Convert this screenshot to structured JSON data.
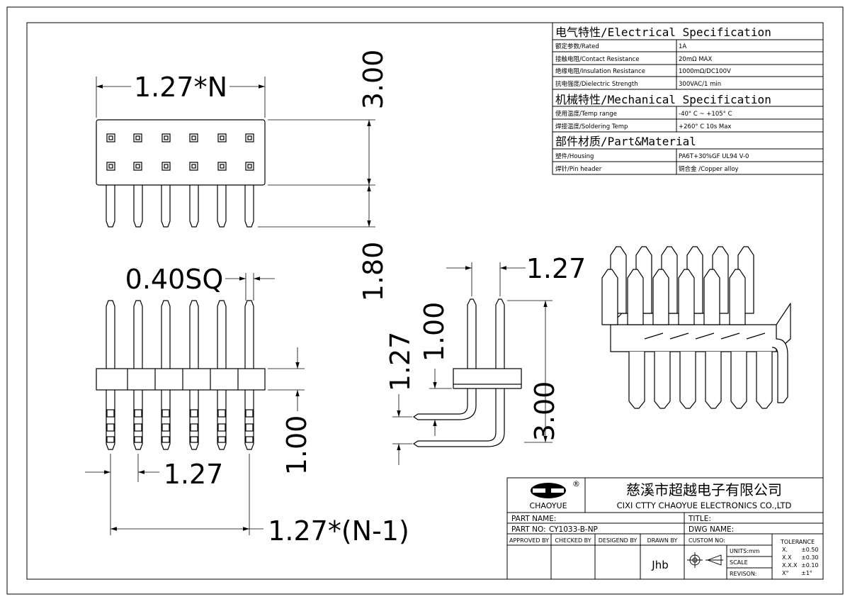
{
  "spec": {
    "electrical_header": "电气特性/Electrical Specification",
    "mechanical_header": "机械特性/Mechanical Specification",
    "material_header": "部件材质/Part&Material",
    "electrical_rows": [
      {
        "label": "额定参数/Rated",
        "value": "1A"
      },
      {
        "label": "接触电阻/Contact Resistance",
        "value": "20mΩ MAX"
      },
      {
        "label": "绝缘电阻/Insulation Resistance",
        "value": "1000mΩ/DC100V"
      },
      {
        "label": "抗电强度/Dielectric Strength",
        "value": "300VAC/1 min"
      }
    ],
    "mechanical_rows": [
      {
        "label": "使用温度/Temp range",
        "value": "-40° C ~ +105° C"
      },
      {
        "label": "焊接温度/Soldering Temp",
        "value": "+260° C  10s Max"
      }
    ],
    "material_rows": [
      {
        "label": "塑件/Housing",
        "value": "PA6T+30%GF  UL94  V-0"
      },
      {
        "label": "焊针/Pin header",
        "value": "铜合金 /Copper alloy"
      }
    ]
  },
  "dims": {
    "top_width": "1.27*N",
    "top_height_total": "3.00",
    "top_height_pin": "1.80",
    "pin_size": "0.40SQ",
    "front_body": "1.00",
    "front_pitch": "1.27",
    "front_span": "1.27*(N-1)",
    "side_pitch": "1.27",
    "side_total": "3.00",
    "side_row_gap": "1.00",
    "side_pitch_vertical": "1.27"
  },
  "title_block": {
    "company_cn": "慈溪市超越电子有限公司",
    "company_en": "CIXI CTTY CHAOYUE ELECTRONICS CO.,LTD",
    "logo_text": "CHAOYUE",
    "logo_mark": "®",
    "part_name_label": "PART NAME:",
    "part_no_label": "PART NO:",
    "part_no_value": "CY1033-B-NP",
    "title_label": "TITLE:",
    "dwg_name_label": "DWG NAME:",
    "approved_by": "APPROVED BY",
    "checked_by": "CHECKED BY",
    "designed_by": "DESIGEND BY",
    "drawn_by": "DRAWN BY",
    "drawn_by_value": "Jhb",
    "custom_no": "CUSTOM NO:",
    "units": "UNITS:mm",
    "scale": "SCALE",
    "revision": "REVISON:",
    "tolerance_label": "TOLERANCE",
    "tolerances": [
      {
        "k": "X.",
        "v": "±0.50"
      },
      {
        "k": "X.X",
        "v": "±0.30"
      },
      {
        "k": "X.X.X",
        "v": "±0.10"
      },
      {
        "k": "X°",
        "v": "±1°"
      }
    ]
  }
}
